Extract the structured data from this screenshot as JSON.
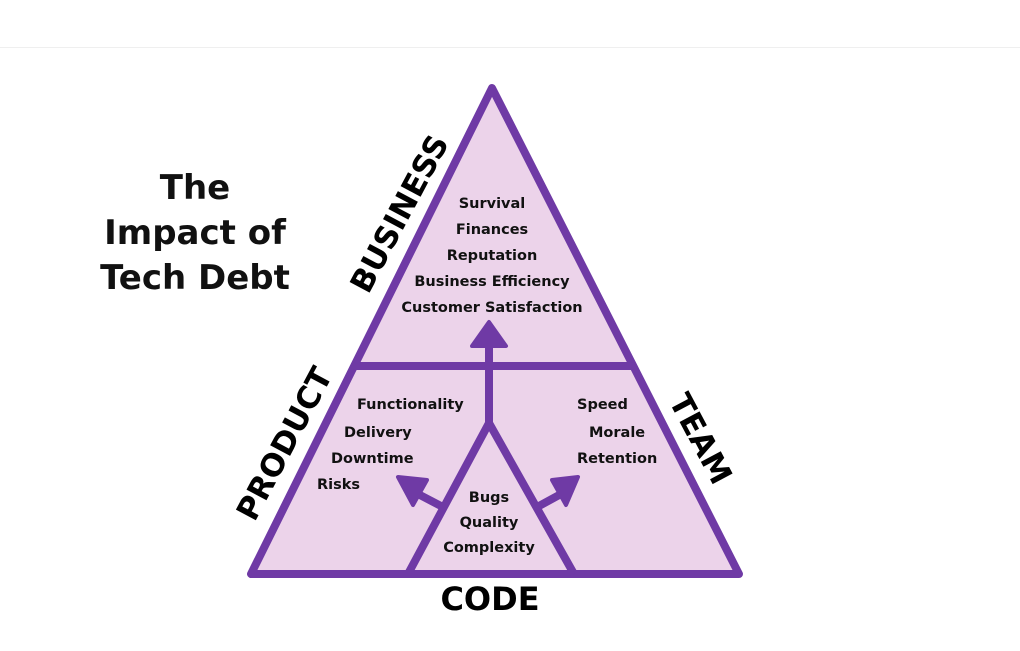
{
  "title": {
    "lines": [
      "The",
      "Impact of",
      "Tech Debt"
    ]
  },
  "sides": {
    "business": "BUSINESS",
    "product": "PRODUCT",
    "team": "TEAM",
    "code": "CODE"
  },
  "zones": {
    "business": [
      "Survival",
      "Finances",
      "Reputation",
      "Business Efficiency",
      "Customer Satisfaction"
    ],
    "product": [
      "Functionality",
      "Delivery",
      "Downtime",
      "Risks"
    ],
    "team": [
      "Speed",
      "Morale",
      "Retention"
    ],
    "code": [
      "Bugs",
      "Quality",
      "Complexity"
    ]
  },
  "colors": {
    "fill": "#ecd3ea",
    "stroke": "#6f3aa5",
    "text": "#111111"
  }
}
